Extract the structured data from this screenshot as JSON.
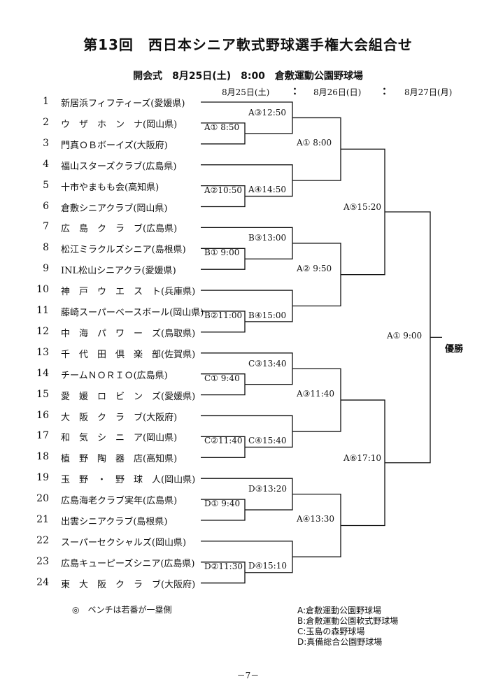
{
  "title": "第13回　西日本シニア軟式野球選手権大会組合せ",
  "opening": "開会式　8月25日(土)　8:00　倉敷運動公園野球場",
  "days": [
    "8月25日(土)",
    "8月26日(日)",
    "8月27日(月)"
  ],
  "day_separator": "：",
  "teams": [
    {
      "num": "1",
      "name": "新居浜フィフティーズ(愛媛県)"
    },
    {
      "num": "2",
      "name": "ウ　ザ　ホ　ン　ナ(岡山県)"
    },
    {
      "num": "3",
      "name": "門真ＯＢボーイズ(大阪府)"
    },
    {
      "num": "4",
      "name": "福山スターズクラブ(広島県)"
    },
    {
      "num": "5",
      "name": "十市やまもも会(高知県)"
    },
    {
      "num": "6",
      "name": "倉敷シニアクラブ(岡山県)"
    },
    {
      "num": "7",
      "name": "広　島　ク　ラ　ブ(広島県)"
    },
    {
      "num": "8",
      "name": "松江ミラクルズシニア(島根県)"
    },
    {
      "num": "9",
      "name": "INL松山シニアクラ(愛媛県)"
    },
    {
      "num": "10",
      "name": "神　戸　ウ　エ　ス　ト(兵庫県)"
    },
    {
      "num": "11",
      "name": "藤崎スーパーベースボール(岡山県)"
    },
    {
      "num": "12",
      "name": "中　海　パ　ワ　ー　ズ(鳥取県)"
    },
    {
      "num": "13",
      "name": "千　代　田　倶　楽　部(佐賀県)"
    },
    {
      "num": "14",
      "name": "チームＮＯＲＩＯ(広島県)"
    },
    {
      "num": "15",
      "name": "愛　媛　ロ　ビ　ン　ズ(愛媛県)"
    },
    {
      "num": "16",
      "name": "大　阪　ク　ラ　ブ(大阪府)"
    },
    {
      "num": "17",
      "name": "和　気　シ　ニ　ア(岡山県)"
    },
    {
      "num": "18",
      "name": "植　野　陶　器　店(高知県)"
    },
    {
      "num": "19",
      "name": "玉　野　・　野　球　人(岡山県)"
    },
    {
      "num": "20",
      "name": "広島海老クラブ実年(広島県)"
    },
    {
      "num": "21",
      "name": "出雲シニアクラブ(島根県)"
    },
    {
      "num": "22",
      "name": "スーパーセクシャルズ(岡山県)"
    },
    {
      "num": "23",
      "name": "広島キューピーズシニア(広島県)"
    },
    {
      "num": "24",
      "name": "東　大　阪　ク　ラ　ブ(大阪府)"
    }
  ],
  "matches": {
    "round1": [
      "A① 8:50",
      "A②10:50",
      "B① 9:00",
      "B②11:00",
      "C① 9:40",
      "C②11:40",
      "D① 9:40",
      "D②11:30"
    ],
    "round2": [
      "A③12:50",
      "A④14:50",
      "B③13:00",
      "B④15:00",
      "C③13:40",
      "C④15:40",
      "D③13:20",
      "D④15:10"
    ],
    "round3": [
      "A① 8:00",
      "A② 9:50",
      "A③11:40",
      "A④13:30"
    ],
    "semifinal": [
      "A⑤15:20",
      "A⑥17:10"
    ],
    "final": "A① 9:00"
  },
  "champion": "優勝",
  "note": "◎　ベンチは若番が一塁側",
  "venues": [
    "A:倉敷運動公園野球場",
    "B:倉敷運動公園軟式野球場",
    "C:玉島の森野球場",
    "D:真備総合公園野球場"
  ],
  "page_number": "－7－"
}
